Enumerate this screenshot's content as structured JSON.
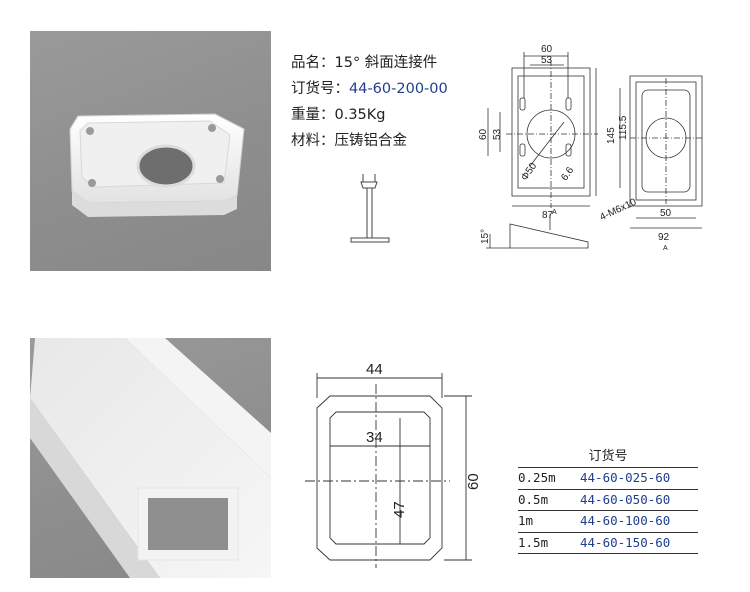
{
  "product": {
    "name_label": "品名：",
    "name_value": "15° 斜面连接件",
    "order_label": "订货号：",
    "order_value": "44-60-200-00",
    "weight_label": "重量：",
    "weight_value": "0.35Kg",
    "material_label": "材料：",
    "material_value": "压铸铝合金"
  },
  "drawing_top": {
    "dims": [
      "60",
      "53",
      "60",
      "53",
      "145",
      "Φ50",
      "6.6",
      "87",
      "115.5",
      "4-M6x10",
      "50",
      "92",
      "A",
      "A",
      "15°"
    ]
  },
  "drawing_bottom": {
    "outer_width": "44",
    "inner_width": "34",
    "inner_height": "47",
    "outer_height": "60"
  },
  "order_table": {
    "header": "订货号",
    "rows": [
      {
        "length": "0.25m",
        "code": "44-60-025-60"
      },
      {
        "length": "0.5m",
        "code": "44-60-050-60"
      },
      {
        "length": "1m",
        "code": "44-60-100-60"
      },
      {
        "length": "1.5m",
        "code": "44-60-150-60"
      }
    ]
  },
  "colors": {
    "code_blue": "#1f3f8f",
    "photo_bg": "#8e8e8e",
    "part_white": "#f4f4f4"
  }
}
